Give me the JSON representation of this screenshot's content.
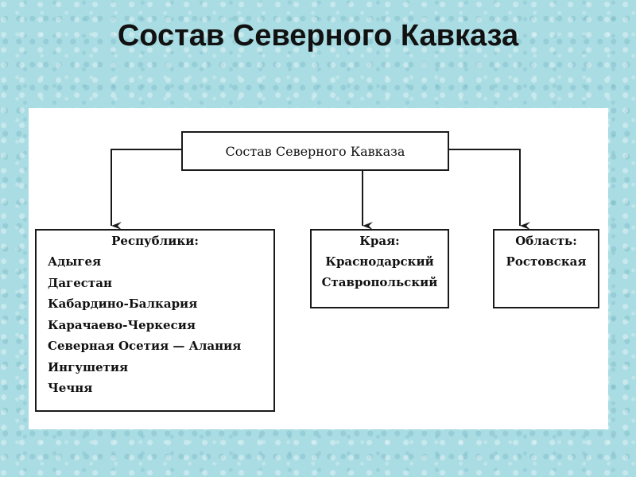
{
  "slide": {
    "title": "Состав Северного Кавказа"
  },
  "diagram": {
    "root": "Состав Северного Кавказа",
    "groups": [
      {
        "heading": "Республики:",
        "items": [
          "Адыгея",
          "Дагестан",
          "Кабардино-Балкария",
          "Карачаево-Черкесия",
          "Северная Осетия — Алания",
          "Ингушетия",
          "Чечня"
        ]
      },
      {
        "heading": "Края:",
        "items": [
          "Краснодарский",
          "Ставропольский"
        ]
      },
      {
        "heading": "Область:",
        "items": [
          "Ростовская"
        ]
      }
    ]
  }
}
